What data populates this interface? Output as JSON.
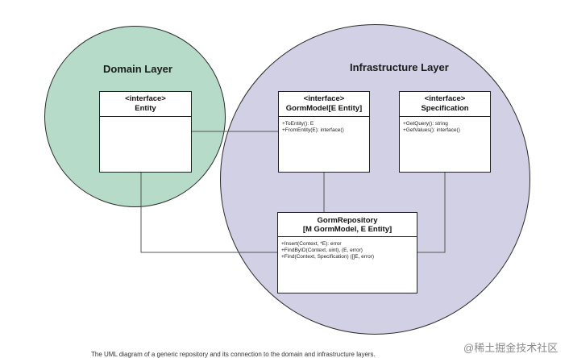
{
  "layers": {
    "domain": "Domain Layer",
    "infrastructure": "Infrastructure Layer"
  },
  "boxes": {
    "entity": {
      "stereotype": "<interface>",
      "name": "Entity",
      "members": []
    },
    "gorm_model": {
      "stereotype": "<interface>",
      "name": "GormModel[E Entity]",
      "members": [
        "+ToEntity(): E",
        "+FromEntity(E): interface()"
      ]
    },
    "specification": {
      "stereotype": "<interface>",
      "name": "Specification",
      "members": [
        "+GetQuery(): string",
        "+GetValues(): interface()"
      ]
    },
    "gorm_repository": {
      "name_line1": "GormRepository",
      "name_line2": "[M GormModel, E Entity]",
      "members": [
        "+Insert(Context, *E): error",
        "+FindByID(Context, uint), (E, error)",
        "+Find(Context, Specification) ([]E, error)"
      ]
    }
  },
  "colors": {
    "domain_fill": "#b6dbc8",
    "infrastructure_fill": "#d2d0e4",
    "line": "#555555"
  },
  "caption": "The UML diagram of a generic repository and its connection to the domain and infrastructure layers.",
  "watermark": "@稀土掘金技术社区"
}
